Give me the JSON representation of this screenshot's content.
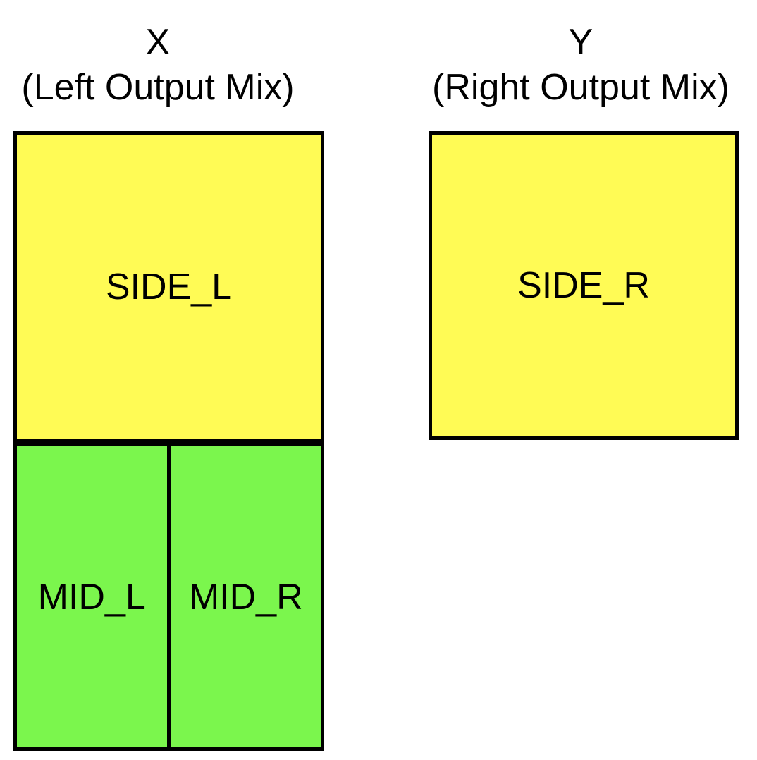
{
  "left_column": {
    "title_line1": "X",
    "title_line2": "(Left Output Mix)",
    "side_box": {
      "label": "SIDE_L"
    },
    "mid_left_box": {
      "label": "MID_L"
    },
    "mid_right_box": {
      "label": "MID_R"
    }
  },
  "right_column": {
    "title_line1": "Y",
    "title_line2": "(Right Output Mix)",
    "side_box": {
      "label": "SIDE_R"
    }
  },
  "colors": {
    "side_fill": "#FFFB55",
    "mid_fill": "#7BF64D",
    "border": "#000000",
    "text": "#000000",
    "background": "#FFFFFF"
  }
}
